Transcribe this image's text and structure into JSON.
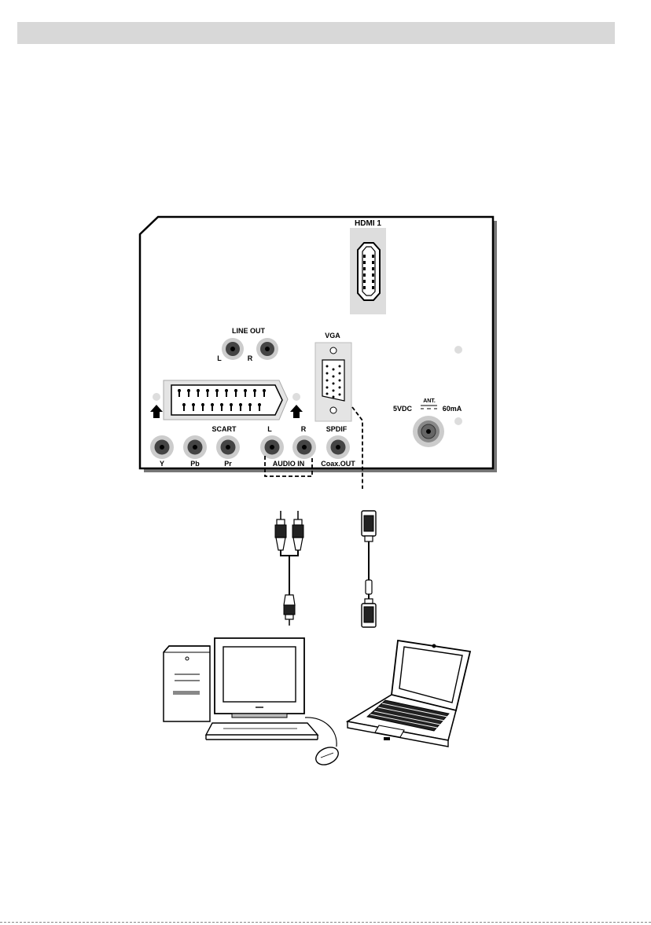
{
  "diagram": {
    "panel_labels": {
      "hdmi": "HDMI 1",
      "line_out": "LINE OUT",
      "line_out_l": "L",
      "line_out_r": "R",
      "vga": "VGA",
      "scart": "SCART",
      "audio_l": "L",
      "audio_r": "R",
      "spdif": "SPDIF",
      "ant": "ANT.",
      "power_left": "5VDC",
      "power_right": "60mA",
      "y": "Y",
      "pb": "Pb",
      "pr": "Pr",
      "audio_in": "AUDIO IN",
      "coax_out": "Coax.OUT"
    }
  }
}
